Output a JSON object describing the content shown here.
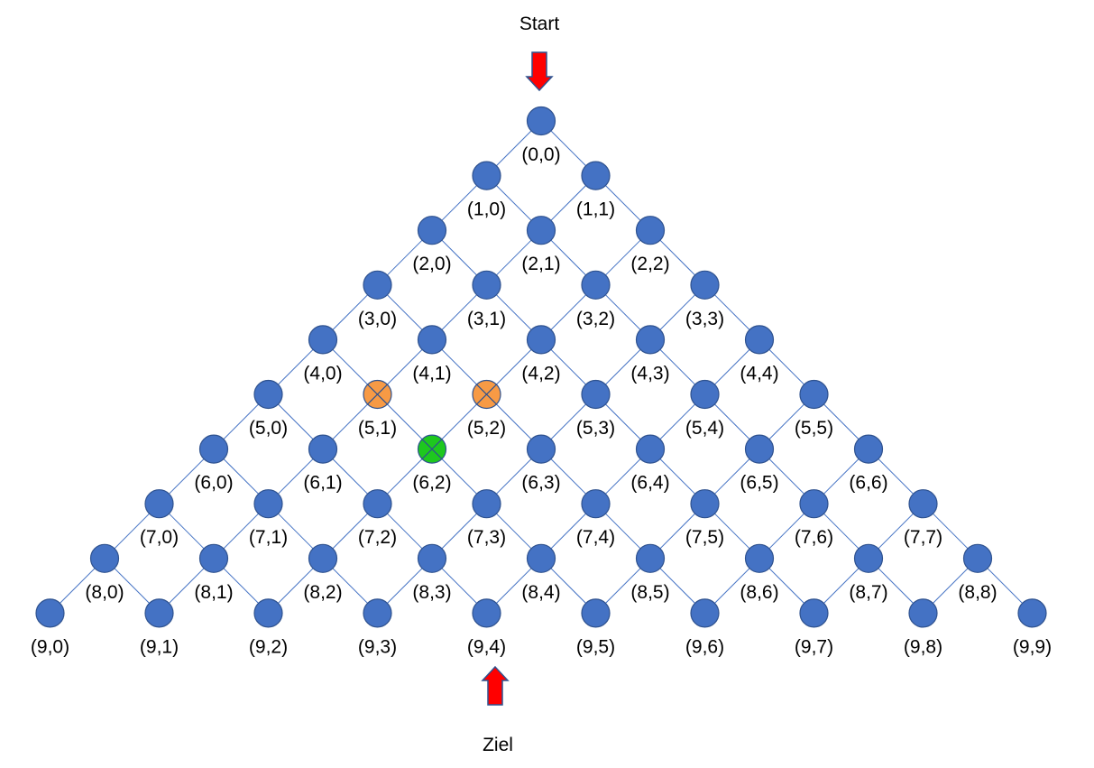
{
  "labels": {
    "start": "Start",
    "goal": "Ziel"
  },
  "colors": {
    "node_default": "#4472C4",
    "node_stroke": "#2F528F",
    "edge": "#4472C4",
    "visited": "#F79A45",
    "current": "#1EC81E",
    "arrow": "#FF0000",
    "arrow_stroke": "#2F528F"
  },
  "grid": {
    "rows": 10,
    "visited_nodes": [
      [
        5,
        1
      ],
      [
        5,
        2
      ]
    ],
    "current_nodes": [
      [
        6,
        2
      ]
    ],
    "start_node": [
      0,
      0
    ],
    "goal_node": [
      9,
      4
    ]
  },
  "node_labels": [
    [
      "(0,0)"
    ],
    [
      "(1,0)",
      "(1,1)"
    ],
    [
      "(2,0)",
      "(2,1)",
      "(2,2)"
    ],
    [
      "(3,0)",
      "(3,1)",
      "(3,2)",
      "(3,3)"
    ],
    [
      "(4,0)",
      "(4,1)",
      "(4,2)",
      "(4,3)",
      "(4,4)"
    ],
    [
      "(5,0)",
      "(5,1)",
      "(5,2)",
      "(5,3)",
      "(5,4)",
      "(5,5)"
    ],
    [
      "(6,0)",
      "(6,1)",
      "(6,2)",
      "(6,3)",
      "(6,4)",
      "(6,5)",
      "(6,6)"
    ],
    [
      "(7,0)",
      "(7,1)",
      "(7,2)",
      "(7,3)",
      "(7,4)",
      "(7,5)",
      "(7,6)",
      "(7,7)"
    ],
    [
      "(8,0)",
      "(8,1)",
      "(8,2)",
      "(8,3)",
      "(8,4)",
      "(8,5)",
      "(8,6)",
      "(8,7)",
      "(8,8)"
    ],
    [
      "(9,0)",
      "(9,1)",
      "(9,2)",
      "(9,3)",
      "(9,4)",
      "(9,5)",
      "(9,6)",
      "(9,7)",
      "(9,8)",
      "(9,9)"
    ]
  ]
}
